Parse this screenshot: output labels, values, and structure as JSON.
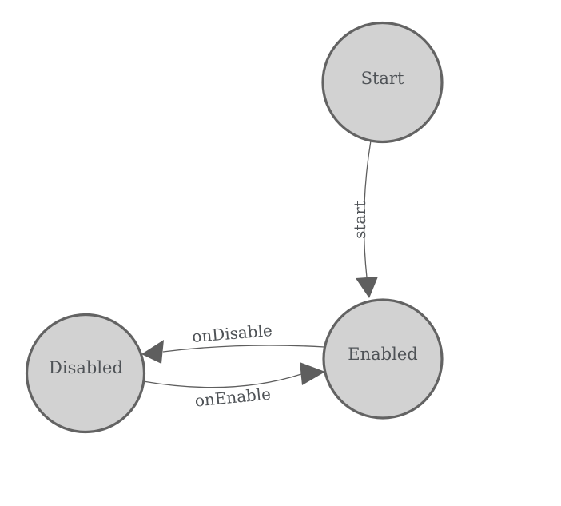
{
  "diagram": {
    "type": "state-machine",
    "background": "#ffffff",
    "colors": {
      "node_fill": "#d2d2d2",
      "node_stroke": "#636363",
      "node_label": "#4e5256",
      "edge_line": "#5e5e5e",
      "arrow_fill": "#5e5e5e",
      "edge_label": "#4e5256"
    },
    "nodes": [
      {
        "id": "start",
        "label": "Start"
      },
      {
        "id": "enabled",
        "label": "Enabled"
      },
      {
        "id": "disabled",
        "label": "Disabled"
      }
    ],
    "edges": [
      {
        "id": "start",
        "label": "start",
        "from": "Start",
        "to": "Enabled"
      },
      {
        "id": "onDisable",
        "label": "onDisable",
        "from": "Enabled",
        "to": "Disabled"
      },
      {
        "id": "onEnable",
        "label": "onEnable",
        "from": "Disabled",
        "to": "Enabled"
      }
    ]
  }
}
